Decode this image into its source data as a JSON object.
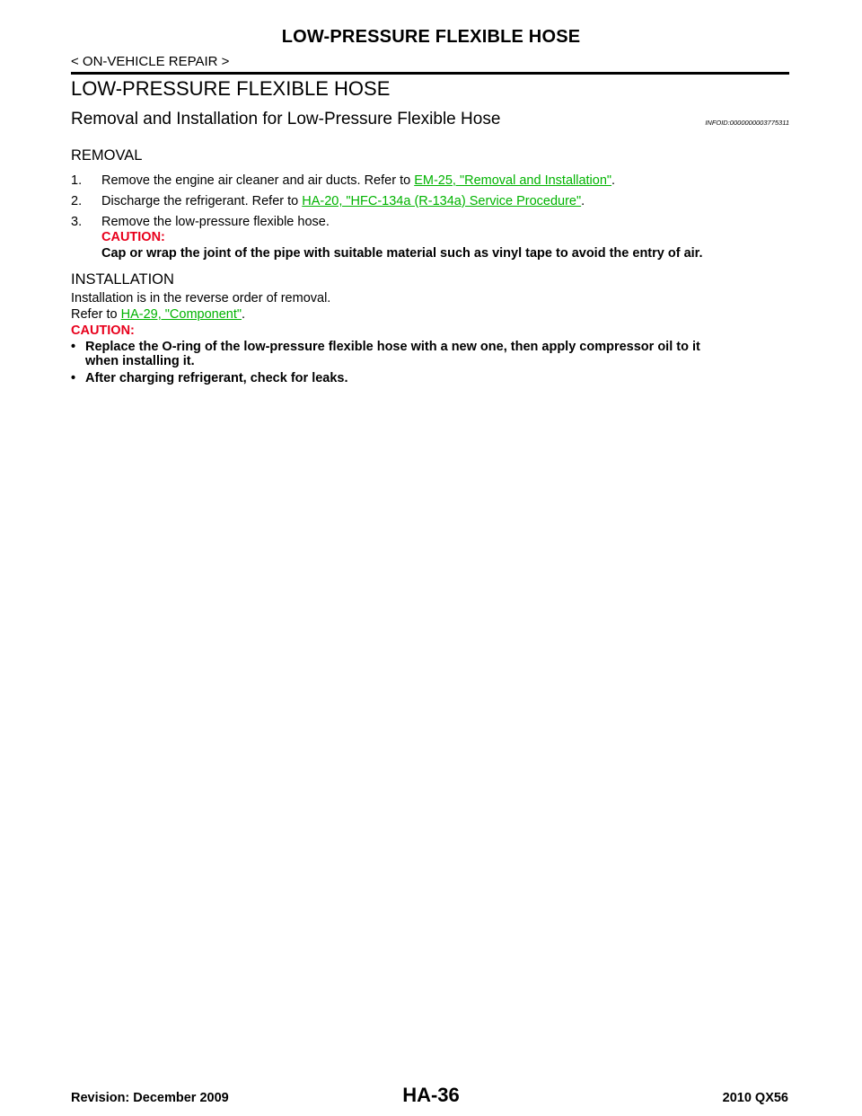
{
  "header": {
    "title": "LOW-PRESSURE FLEXIBLE HOSE",
    "breadcrumb": "< ON-VEHICLE REPAIR >"
  },
  "section": {
    "title": "LOW-PRESSURE FLEXIBLE HOSE",
    "subtitle": "Removal and Installation for Low-Pressure Flexible Hose",
    "infoid": "INFOID:0000000003775311"
  },
  "removal": {
    "heading": "REMOVAL",
    "steps": [
      {
        "num": "1.",
        "text": "Remove the engine air cleaner and air ducts. Refer to ",
        "link": "EM-25, \"Removal and Installation\"",
        "end": "."
      },
      {
        "num": "2.",
        "text": "Discharge the refrigerant. Refer to ",
        "link": "HA-20, \"HFC-134a (R-134a) Service Procedure\"",
        "end": "."
      },
      {
        "num": "3.",
        "text": "Remove the low-pressure flexible hose."
      }
    ],
    "caution_label": "CAUTION:",
    "caution_text": "Cap or wrap the joint of the pipe with suitable material such as vinyl tape to avoid the entry of air."
  },
  "installation": {
    "heading": "INSTALLATION",
    "line1": "Installation is in the reverse order of removal.",
    "refer_prefix": "Refer to ",
    "refer_link": "HA-29, \"Component\"",
    "refer_end": ".",
    "caution_label": "CAUTION:",
    "bullets": [
      {
        "line1": "Replace the O-ring of the low-pressure flexible hose with a new one, then apply compressor oil to it",
        "line2": "when installing it."
      },
      {
        "line1": "After charging refrigerant, check for leaks."
      }
    ]
  },
  "footer": {
    "revision": "Revision: December 2009",
    "page_number": "HA-36",
    "model": "2010 QX56"
  },
  "colors": {
    "link": "#00b300",
    "caution": "#e8001c"
  }
}
